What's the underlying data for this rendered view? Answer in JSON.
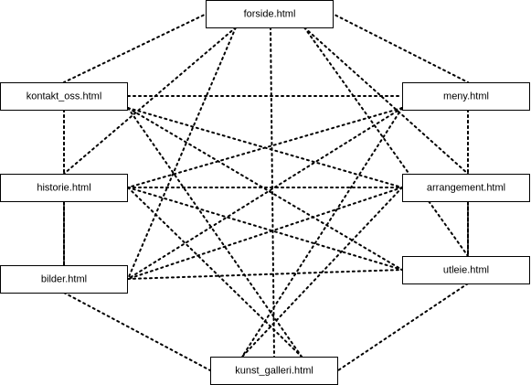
{
  "diagram": {
    "nodes": [
      {
        "id": "forside",
        "label": "forside.html"
      },
      {
        "id": "kontakt_oss",
        "label": "kontakt_oss.html"
      },
      {
        "id": "meny",
        "label": "meny.html"
      },
      {
        "id": "historie",
        "label": "historie.html"
      },
      {
        "id": "arrangement",
        "label": "arrangement.html"
      },
      {
        "id": "bilder",
        "label": "bilder.html"
      },
      {
        "id": "utleie",
        "label": "utleie.html"
      },
      {
        "id": "kunst_galleri",
        "label": "kunst_galleri.html"
      }
    ],
    "edges": [
      [
        "forside",
        "kontakt_oss"
      ],
      [
        "forside",
        "meny"
      ],
      [
        "forside",
        "historie"
      ],
      [
        "forside",
        "arrangement"
      ],
      [
        "forside",
        "bilder"
      ],
      [
        "forside",
        "utleie"
      ],
      [
        "forside",
        "kunst_galleri"
      ],
      [
        "kontakt_oss",
        "meny"
      ],
      [
        "kontakt_oss",
        "historie"
      ],
      [
        "kontakt_oss",
        "arrangement"
      ],
      [
        "kontakt_oss",
        "bilder"
      ],
      [
        "kontakt_oss",
        "utleie"
      ],
      [
        "kontakt_oss",
        "kunst_galleri"
      ],
      [
        "meny",
        "historie"
      ],
      [
        "meny",
        "arrangement"
      ],
      [
        "meny",
        "bilder"
      ],
      [
        "meny",
        "utleie"
      ],
      [
        "meny",
        "kunst_galleri"
      ],
      [
        "historie",
        "arrangement"
      ],
      [
        "historie",
        "bilder"
      ],
      [
        "historie",
        "utleie"
      ],
      [
        "historie",
        "kunst_galleri"
      ],
      [
        "arrangement",
        "bilder"
      ],
      [
        "arrangement",
        "utleie"
      ],
      [
        "arrangement",
        "kunst_galleri"
      ],
      [
        "bilder",
        "utleie"
      ],
      [
        "bilder",
        "kunst_galleri"
      ],
      [
        "utleie",
        "kunst_galleri"
      ]
    ]
  }
}
